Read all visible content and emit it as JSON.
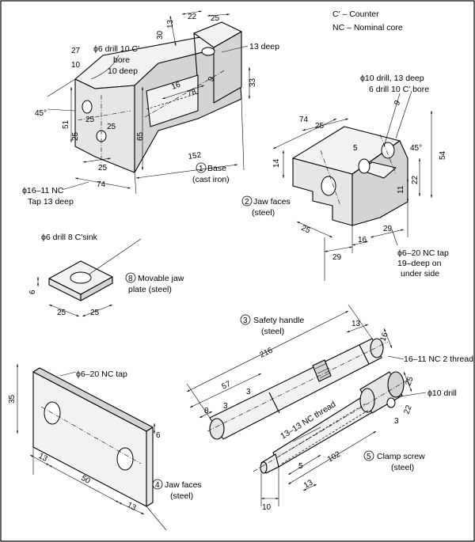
{
  "legend": {
    "counter": "C′ – Counter",
    "nominal_core": "NC – Nominal core"
  },
  "parts": {
    "base": {
      "number": "1",
      "name": "Base",
      "material": "(cast iron)"
    },
    "jaw_faces_top": {
      "number": "2",
      "name": "Jaw faces",
      "material": "(steel)"
    },
    "safety_handle": {
      "number": "3",
      "name": "Safety handle",
      "material": "(steel)"
    },
    "jaw_faces_plate": {
      "number": "4",
      "name": "Jaw faces",
      "material": "(steel)"
    },
    "clamp_screw": {
      "number": "5",
      "name": "Clamp screw",
      "material": "(steel)"
    },
    "movable_jaw_plate": {
      "number": "8",
      "name": "Movable jaw",
      "material": "plate (steel)"
    }
  },
  "notes": {
    "base_drill_1": "ϕ6 drill 10 C′",
    "base_drill_2": "bore",
    "base_drill_3": "10 deep",
    "base_13_deep": "13 deep",
    "base_tap_1": "ϕ16–11 NC",
    "base_tap_2": "Tap 13 deep",
    "jaw_drill_1": "ϕ10 drill, 13 deep",
    "jaw_drill_2": "6 drill 10 C′ bore",
    "jaw_tap_1": "ϕ6–20 NC tap",
    "jaw_tap_2": "19–deep on",
    "jaw_tap_3": "under side",
    "movable_sink": "ϕ6 drill 8 C′sink",
    "plate_tap": "ϕ6–20 NC tap",
    "handle_thread": "16–11 NC 2 thread",
    "clamp_thread": "13–13 NC thread",
    "clamp_drill": "ϕ10 drill"
  },
  "base_dims": {
    "d22": "22",
    "d25": "25",
    "d13": "13",
    "d30": "30",
    "d27": "27",
    "d10": "10",
    "d16": "16",
    "d78": "78",
    "d9": "9",
    "d33": "33",
    "d45": "45°",
    "d51": "51",
    "d25a": "25",
    "d25b": "25",
    "d25c": "25",
    "d65": "65",
    "d152": "152",
    "d25d": "25",
    "d74": "74"
  },
  "jaw_dims": {
    "d74": "74",
    "d25": "25",
    "d9": "9",
    "d45": "45°",
    "d54": "54",
    "d5": "5",
    "d14": "14",
    "d22": "22",
    "d11": "11",
    "d25b": "25",
    "d29a": "29",
    "d16": "16",
    "d29b": "29"
  },
  "movable_dims": {
    "d6": "6",
    "d25a": "25",
    "d25b": "25"
  },
  "handle_dims": {
    "d216": "216",
    "d13": "13",
    "d16": "16",
    "d57": "57",
    "d3a": "3",
    "d8": "8",
    "d3b": "3"
  },
  "plate_dims": {
    "d35": "35",
    "d6": "6",
    "d13a": "13",
    "d50": "50",
    "d13b": "13"
  },
  "clamp_dims": {
    "d25": "25",
    "d3": "3",
    "d22": "22",
    "d102": "102",
    "d5": "5",
    "d13": "13",
    "d10": "10"
  }
}
